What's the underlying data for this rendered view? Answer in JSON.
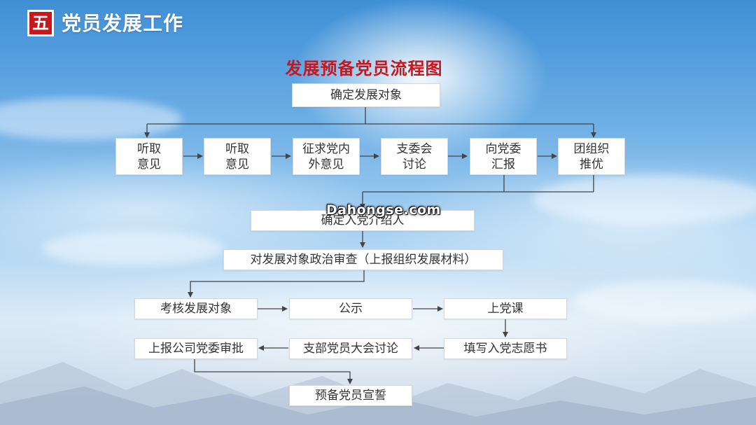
{
  "header": {
    "badge": "五",
    "title": "党员发展工作"
  },
  "chart_title": "发展预备党员流程图",
  "watermark": "Dahongse.com",
  "steps": {
    "confirm_target": "确定发展对象",
    "row1": [
      "听取\n意见",
      "听取\n意见",
      "征求党内\n外意见",
      "支委会\n讨论",
      "向党委\n汇报",
      "团组织\n推优"
    ],
    "confirm_introducer": "确定入党介绍人",
    "political_review": "对发展对象政治审查（上报组织发展材料）",
    "assess": "考核发展对象",
    "publicize": "公示",
    "party_class": "上党课",
    "fill_form": "填写入党志愿书",
    "branch_meeting": "支部党员大会讨论",
    "report_approval": "上报公司党委审批",
    "oath": "预备党员宣誓"
  },
  "colors": {
    "accent": "#c8161d",
    "line": "#444444",
    "box_border": "#d4d9df"
  }
}
